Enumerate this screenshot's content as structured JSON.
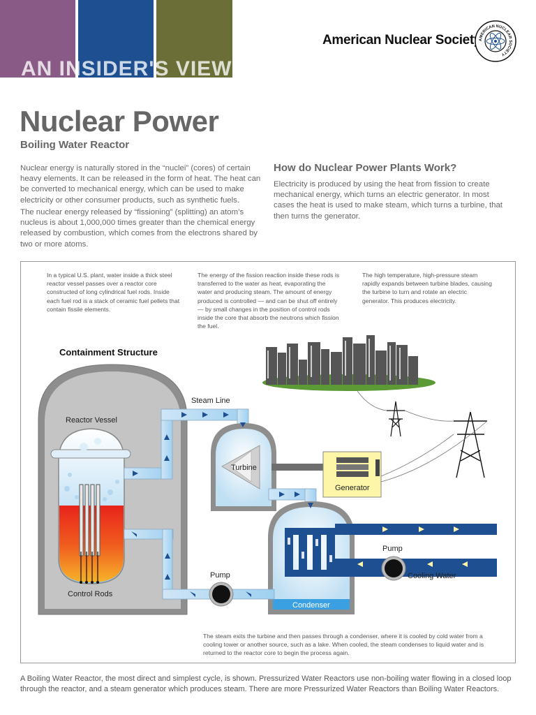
{
  "header": {
    "series": "AN INSIDER'S VIEW",
    "organization": "American Nuclear Society",
    "logo_text": "AMERICAN NUCLEAR SOCIETY",
    "colors": {
      "purple": "#8a5a86",
      "blue": "#1d4f91",
      "olive": "#6b6f37"
    }
  },
  "title": "Nuclear Power",
  "subtitle": "Boiling Water Reactor",
  "intro": {
    "para1": "Nuclear energy is naturally stored in the “nuclei” (cores) of certain heavy elements. It can be released in the form of heat. The heat can be converted to mechanical energy, which can be used to make electricity or other consumer products, such as synthetic fuels.",
    "para2": "The nuclear energy released by “fissioning” (splitting) an atom’s nucleus is about 1,000,000 times greater than the chemical energy released by combustion, which comes from the electrons shared by two or more atoms."
  },
  "how": {
    "heading": "How do Nuclear Power Plants Work?",
    "body": "Electricity is produced by using the heat from fission to create mechanical energy, which turns an electric generator. In most cases the heat is used to make steam, which turns a turbine, that then turns the generator."
  },
  "diagram": {
    "caption1": "In a typical U.S. plant, water inside a thick steel reactor vessel passes over a reactor core constructed of long cylindrical fuel rods. Inside each fuel rod is a stack of ceramic fuel pellets that contain fissile elements.",
    "caption2": "The energy of the fission reaction inside these rods is transferred to the water as heat, evaporating the water and producing steam. The amount of energy produced is controlled — and can be shut off entirely — by small changes in the position of control rods inside the core that absorb the neutrons which fission the fuel.",
    "caption3": "The high temperature, high-pressure steam rapidly expands between turbine blades, causing the turbine to turn and rotate an electric generator. This produces electricity.",
    "caption4": "The steam exits the turbine and then passes through a condenser, where it is cooled by cold water from a cooling tower or another source, such as a lake. When cooled, the steam condenses to liquid water and is returned to the reactor core to begin the process again.",
    "labels": {
      "containment": "Containment Structure",
      "reactor_vessel": "Reactor Vessel",
      "steam_line": "Steam Line",
      "turbine": "Turbine",
      "generator": "Generator",
      "pump1": "Pump",
      "pump2": "Pump",
      "cooling_water": "Cooling Water",
      "condenser": "Condenser",
      "control_rods": "Control Rods"
    }
  },
  "footer": "A Boiling Water Reactor, the most direct and simplest cycle, is shown. Pressurized Water Reactors use non-boiling water flowing in a closed loop through the reactor, and a steam generator which produces steam. There are more Pressurized Water Reactors than Boiling Water Reactors."
}
